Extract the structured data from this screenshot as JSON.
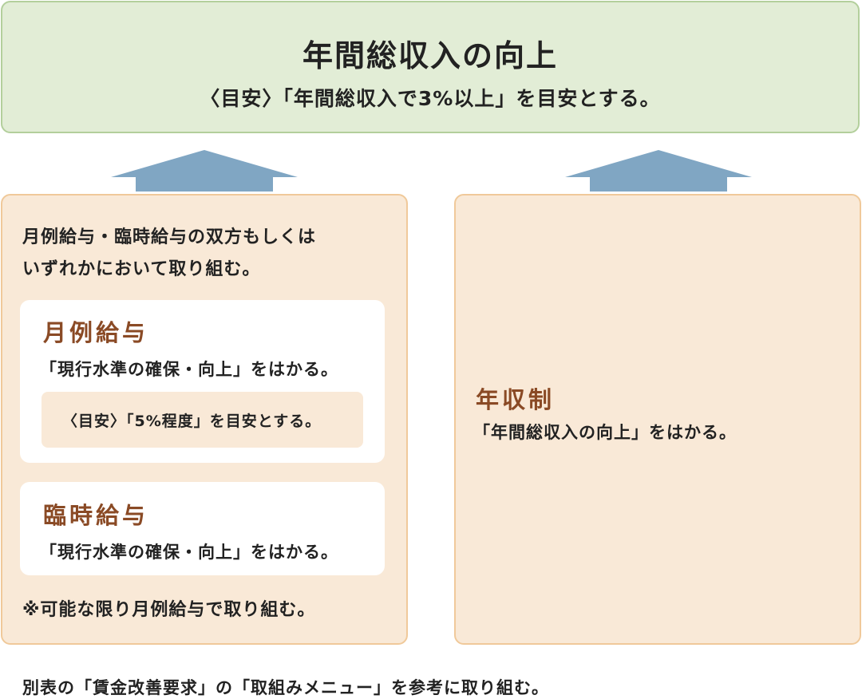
{
  "title": "年間総収入の向上",
  "title_sub": "〈目安〉「年間総収入で3%以上」を目安とする。",
  "left": {
    "intro": [
      "月例給与・臨時給与の双方もしくは",
      "いずれかにおいて取り組む。"
    ],
    "monthly": {
      "heading": "月例給与",
      "text": "「現行水準の確保・向上」をはかる。",
      "guide": "〈目安〉「5%程度」を目安とする。"
    },
    "bonus": {
      "heading": "臨時給与",
      "text": "「現行水準の確保・向上」をはかる。"
    },
    "note": "※可能な限り月例給与で取り組む。"
  },
  "right": {
    "heading": "年収制",
    "text": "「年間総収入の向上」をはかる。"
  },
  "footer": "別表の「賃金改善要求」の「取組みメニュー」を参考に取り組む。",
  "colors": {
    "arrow": "#80a6c3",
    "heading": "#8a4a25",
    "green": "#e2edd6",
    "orange": "#f9e9d7"
  }
}
